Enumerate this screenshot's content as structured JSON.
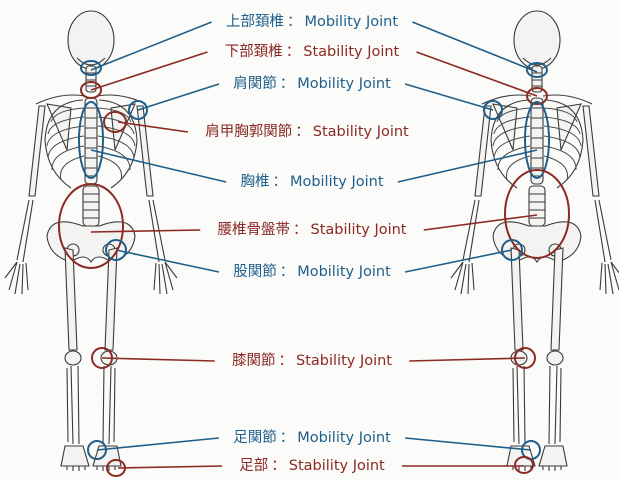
{
  "colors": {
    "mobility": "#1f5f8a",
    "stability": "#8b2a22",
    "bone_line": "#3a3a3a",
    "bone_fill": "#f3f3f1"
  },
  "joints": [
    {
      "id": "upper-cervical",
      "name": "上部頚椎",
      "sep": "：",
      "type_label": "Mobility Joint",
      "kind": "mobility"
    },
    {
      "id": "lower-cervical",
      "name": "下部頚椎",
      "sep": "：",
      "type_label": "Stability Joint",
      "kind": "stability"
    },
    {
      "id": "shoulder",
      "name": "肩関節",
      "sep": "：",
      "type_label": "Mobility Joint",
      "kind": "mobility"
    },
    {
      "id": "scapulothoracic",
      "name": "肩甲胸郭関節",
      "sep": "：",
      "type_label": "Stability Joint",
      "kind": "stability"
    },
    {
      "id": "thoracic",
      "name": "胸椎",
      "sep": "：",
      "type_label": "Mobility Joint",
      "kind": "mobility"
    },
    {
      "id": "lumbopelvic",
      "name": "腰椎骨盤帯",
      "sep": "：",
      "type_label": "Stability Joint",
      "kind": "stability"
    },
    {
      "id": "hip",
      "name": "股関節",
      "sep": "：",
      "type_label": "Mobility Joint",
      "kind": "mobility"
    },
    {
      "id": "knee",
      "name": "膝関節",
      "sep": "：",
      "type_label": "Stability Joint",
      "kind": "stability"
    },
    {
      "id": "ankle",
      "name": "足関節",
      "sep": "：",
      "type_label": "Mobility Joint",
      "kind": "mobility"
    },
    {
      "id": "foot",
      "name": "足部",
      "sep": "：",
      "type_label": "Stability Joint",
      "kind": "stability"
    }
  ]
}
